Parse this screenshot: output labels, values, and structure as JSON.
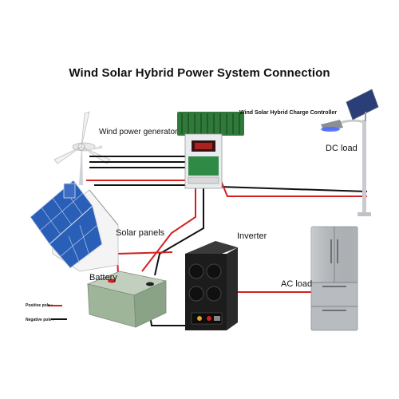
{
  "title": "Wind Solar Hybrid Power System Connection",
  "labels": {
    "wind_generator": "Wind power generator",
    "charge_controller": "Wind Solar Hybrid Charge Controller",
    "dc_load": "DC load",
    "solar_panels": "Solar panels",
    "inverter": "Inverter",
    "battery": "Battery",
    "ac_load": "AC load",
    "positive_pole": "Positive pole :",
    "negative_pole": "Negative pole :"
  },
  "colors": {
    "positive_wire": "#d42020",
    "negative_wire": "#111111",
    "controller_green": "#2f7a3a",
    "panel_blue": "#2a5fb8",
    "inverter_body": "#1c1c1c",
    "battery_green": "#9fb59a",
    "fridge_silver": "#b8bcc0"
  }
}
